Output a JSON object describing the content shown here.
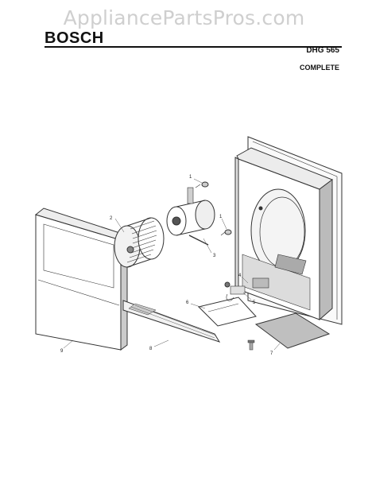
{
  "watermark": "AppliancePartsPros.com",
  "header": {
    "brand": "BOSCH",
    "model": "DHG 565",
    "subtitle": "COMPLETE"
  },
  "callouts": [
    "1",
    "1",
    "2",
    "3",
    "4",
    "5",
    "6",
    "7",
    "8",
    "9"
  ]
}
